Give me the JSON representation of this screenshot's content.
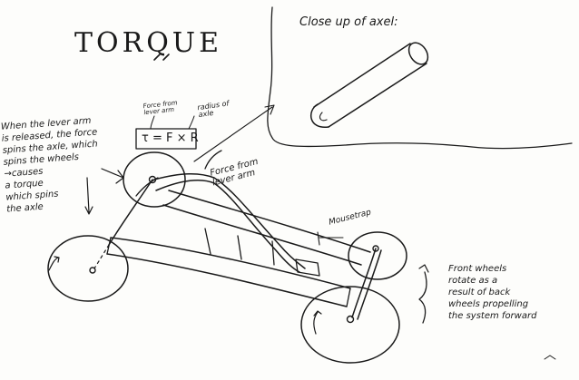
{
  "title": "TORQUE",
  "closeup_label": "Close up of axel:",
  "formula": {
    "equation": "τ = F × R",
    "force_label": "Force from lever arm",
    "radius_label": "radius of axle"
  },
  "force_arrow_label": "Force from lever arm",
  "mousetrap_label": "Mousetrap",
  "left_note": "When the lever arm\nis released, the force\nspins the axle, which\nspins the wheels\n→causes\na torque\nwhich spins\nthe axle",
  "right_note": "Front wheels\nrotate as a\nresult of back\nwheels propelling\nthe system forward"
}
